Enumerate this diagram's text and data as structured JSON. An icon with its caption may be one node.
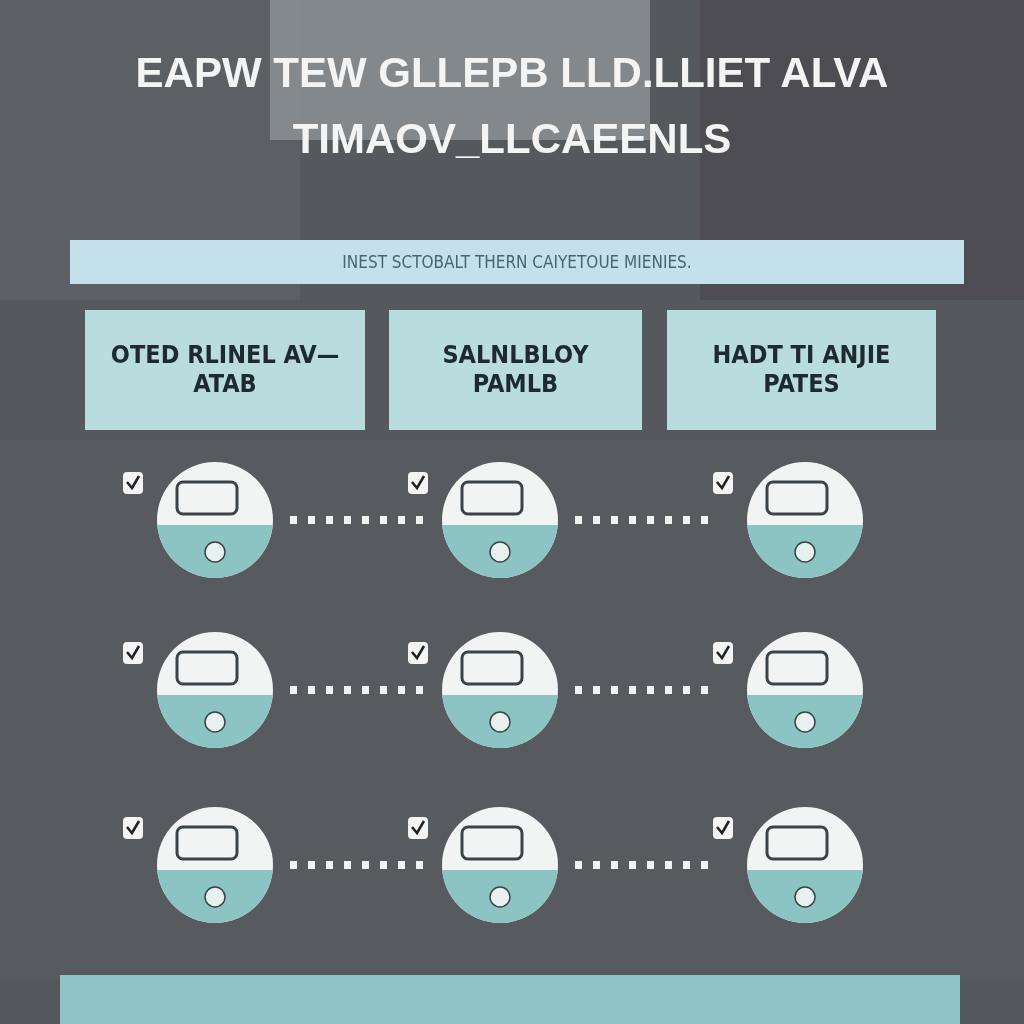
{
  "diagram": {
    "title": "EAPW TEW GLLEPB LLD.LLIET ALVA TIMAOV_LLCAEENLS",
    "nodes": [
      {
        "text": [
          "INEST SCTOBALT THERN CAIYETOUE MIENIES."
        ]
      },
      {
        "text": [
          "OTED RLINEL AV—ATAB"
        ]
      },
      {
        "text": [
          "SALNLBLOY PAMLB"
        ]
      },
      {
        "text": [
          "HADT TI ANJIE PATES"
        ]
      }
    ]
  }
}
